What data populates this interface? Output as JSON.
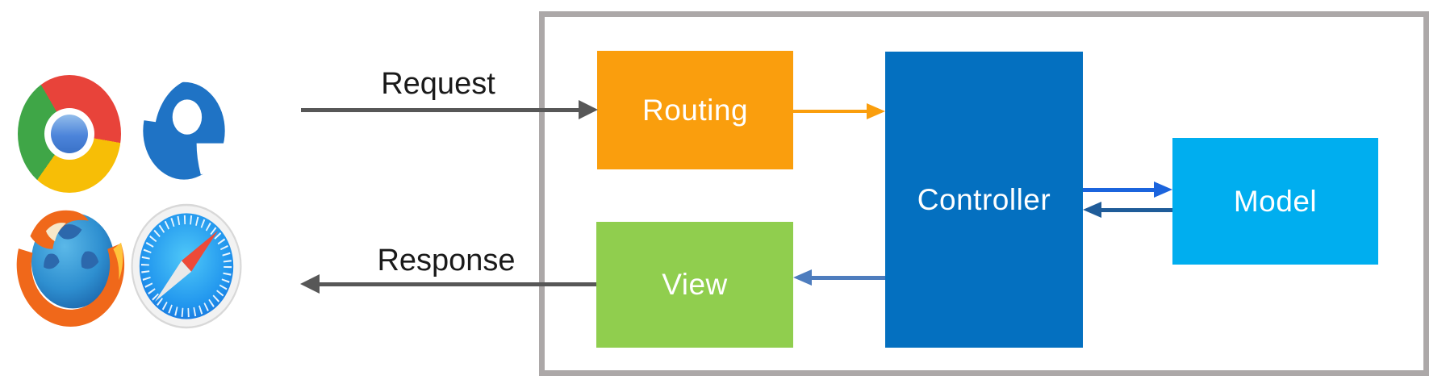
{
  "client": {
    "icons": [
      {
        "name": "chrome-icon"
      },
      {
        "name": "edge-icon"
      },
      {
        "name": "firefox-icon"
      },
      {
        "name": "safari-icon"
      }
    ]
  },
  "mvc": {
    "container": {
      "border_color": "#ACA8A8",
      "background": "#ffffff"
    },
    "boxes": {
      "routing": {
        "label": "Routing",
        "color": "#FA9E0D",
        "text_color": "#ffffff"
      },
      "controller": {
        "label": "Controller",
        "color": "#0470C0",
        "text_color": "#ffffff"
      },
      "view": {
        "label": "View",
        "color": "#90CE4E",
        "text_color": "#ffffff"
      },
      "model": {
        "label": "Model",
        "color": "#00AEEF",
        "text_color": "#ffffff"
      }
    }
  },
  "arrows": {
    "request": {
      "label": "Request",
      "color": "#575757",
      "direction": "right"
    },
    "response": {
      "label": "Response",
      "color": "#575757",
      "direction": "left"
    },
    "routing_to_controller": {
      "color": "#FA9E0D",
      "direction": "right"
    },
    "controller_to_model": {
      "color": "#1B64DD",
      "direction": "right"
    },
    "model_to_controller": {
      "color": "#1F5C99",
      "direction": "left"
    },
    "controller_to_view": {
      "color": "#4E7DBE",
      "direction": "left"
    },
    "label_text_color": "#1a1a1a"
  }
}
